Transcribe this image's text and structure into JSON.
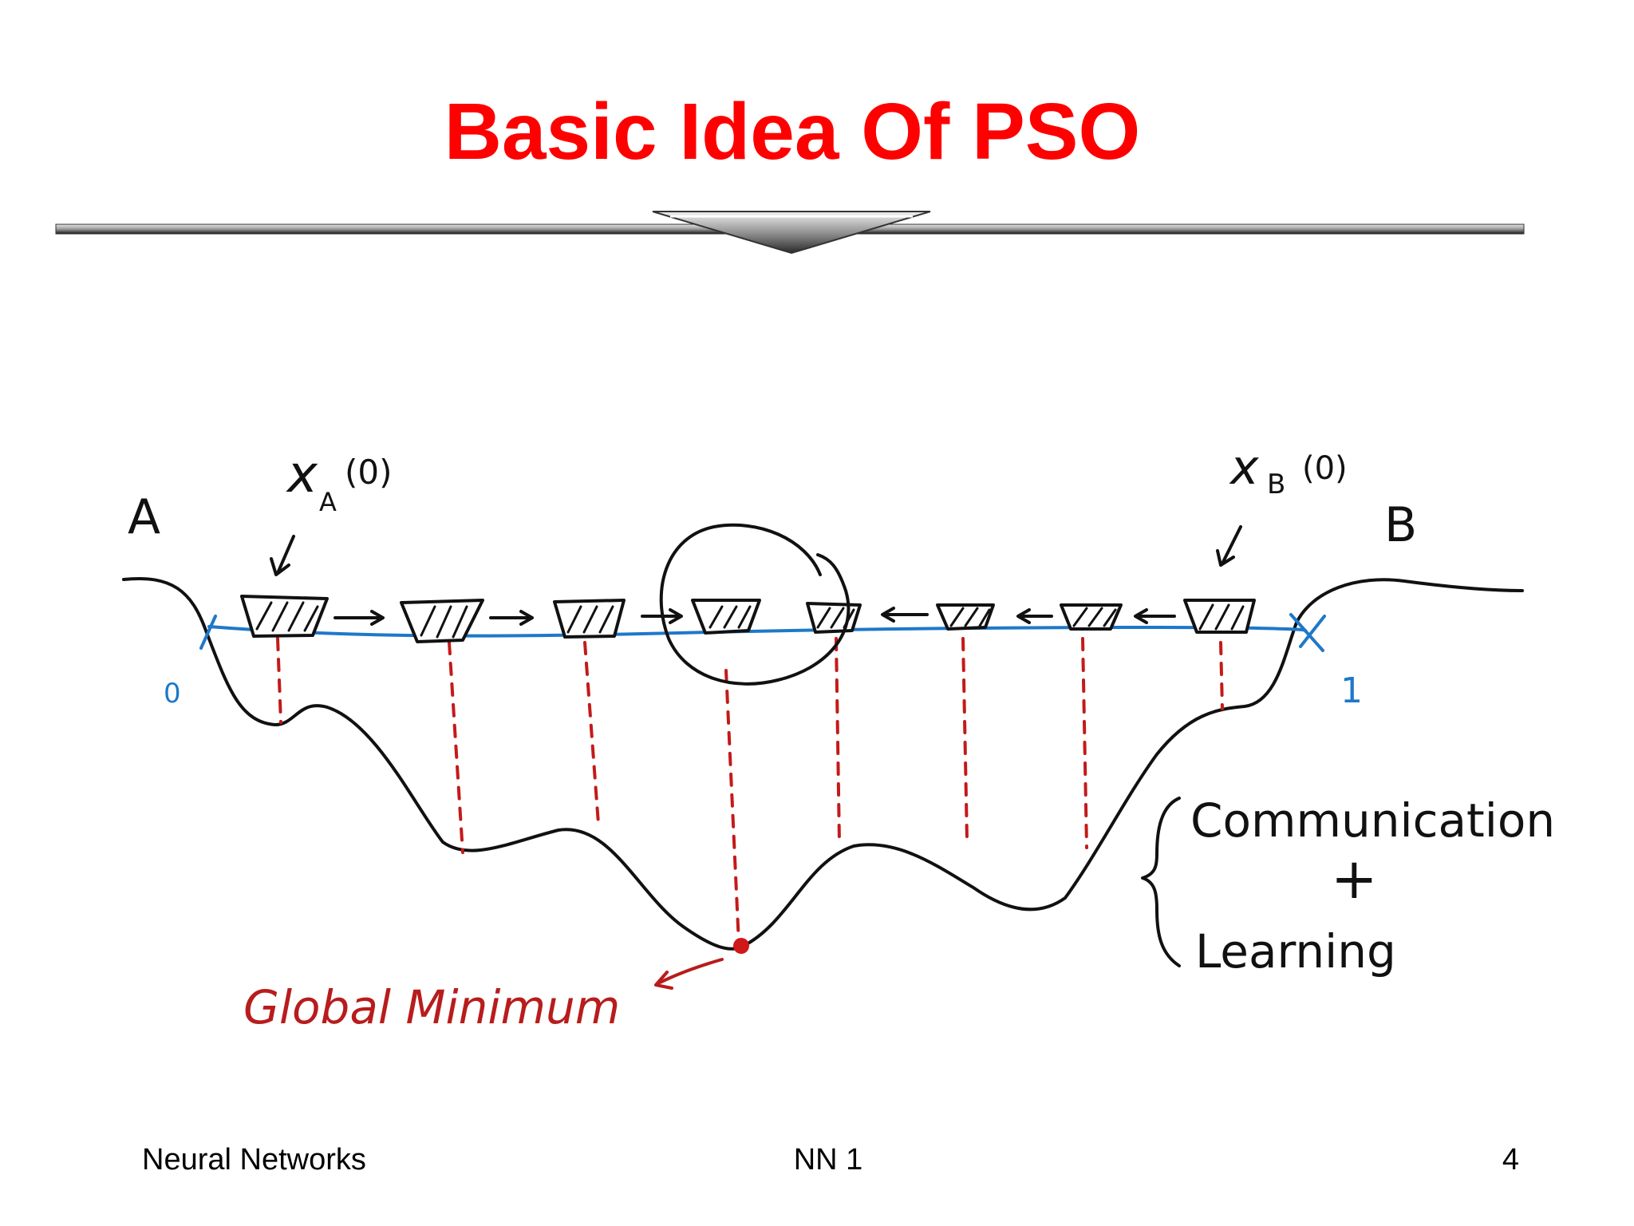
{
  "slide": {
    "title": "Basic Idea Of PSO"
  },
  "diagram": {
    "label_a": "A",
    "label_b": "B",
    "label_xa_var": "x",
    "label_xa_sub": "A",
    "label_xa_arg": "(0)",
    "label_xb_var": "x",
    "label_xb_sub": "B",
    "label_xb_arg": "(0)",
    "axis_start": "0",
    "axis_end": "1",
    "global_minimum": "Global Minimum",
    "communication": "Communication",
    "plus": "+",
    "learning": "Learning"
  },
  "footer": {
    "left": "Neural Networks",
    "center": "NN 1",
    "page": "4"
  },
  "colors": {
    "title": "#ff0000",
    "axis_line": "#1e78c8",
    "drop_lines": "#c41a1a",
    "global_minimum": "#b81c1c"
  }
}
